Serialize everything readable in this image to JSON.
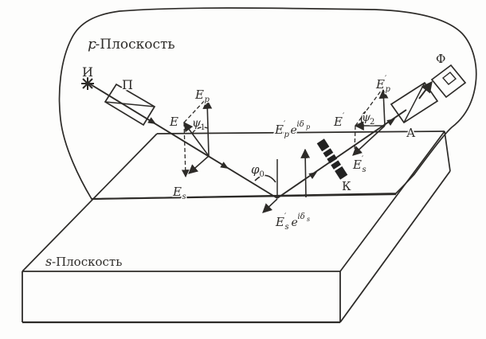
{
  "diagram_type": "ellipsometry-optical-scheme",
  "colors": {
    "background": "#fdfdfc",
    "ink": "#2d2b28",
    "compensator_fill": "#222222"
  },
  "labels": {
    "p_plane": {
      "prefix": "p",
      "name": "-Плоскость"
    },
    "s_plane": {
      "prefix": "s",
      "name": "-Плоскость"
    },
    "source": "И",
    "polarizer": "П",
    "compensator": "К",
    "analyzer": "А",
    "detector": "Ф",
    "E_incident": "E",
    "Ep": {
      "m": "E",
      "sub": "p"
    },
    "Es": {
      "m": "E",
      "sub": "s"
    },
    "psi1": {
      "m": "ψ",
      "sub": "1"
    },
    "phi0": {
      "m": "φ",
      "sub": "0"
    },
    "E_prime": {
      "m": "E",
      "pr": "′"
    },
    "Ep_prime": {
      "m": "E",
      "pr": "′",
      "sub": "p"
    },
    "Es_prime": {
      "m": "E",
      "pr": "′",
      "sub": "s"
    },
    "psi2": {
      "m": "ψ",
      "sub": "2"
    },
    "refl_p": {
      "m": "E",
      "pr": "′",
      "sub": "p",
      "e": "e",
      "exp": "iδ",
      "expsub": "p"
    },
    "refl_s": {
      "m": "E",
      "pr": "′",
      "sub": "s",
      "e": "e",
      "exp": "iδ",
      "expsub": "s"
    }
  }
}
